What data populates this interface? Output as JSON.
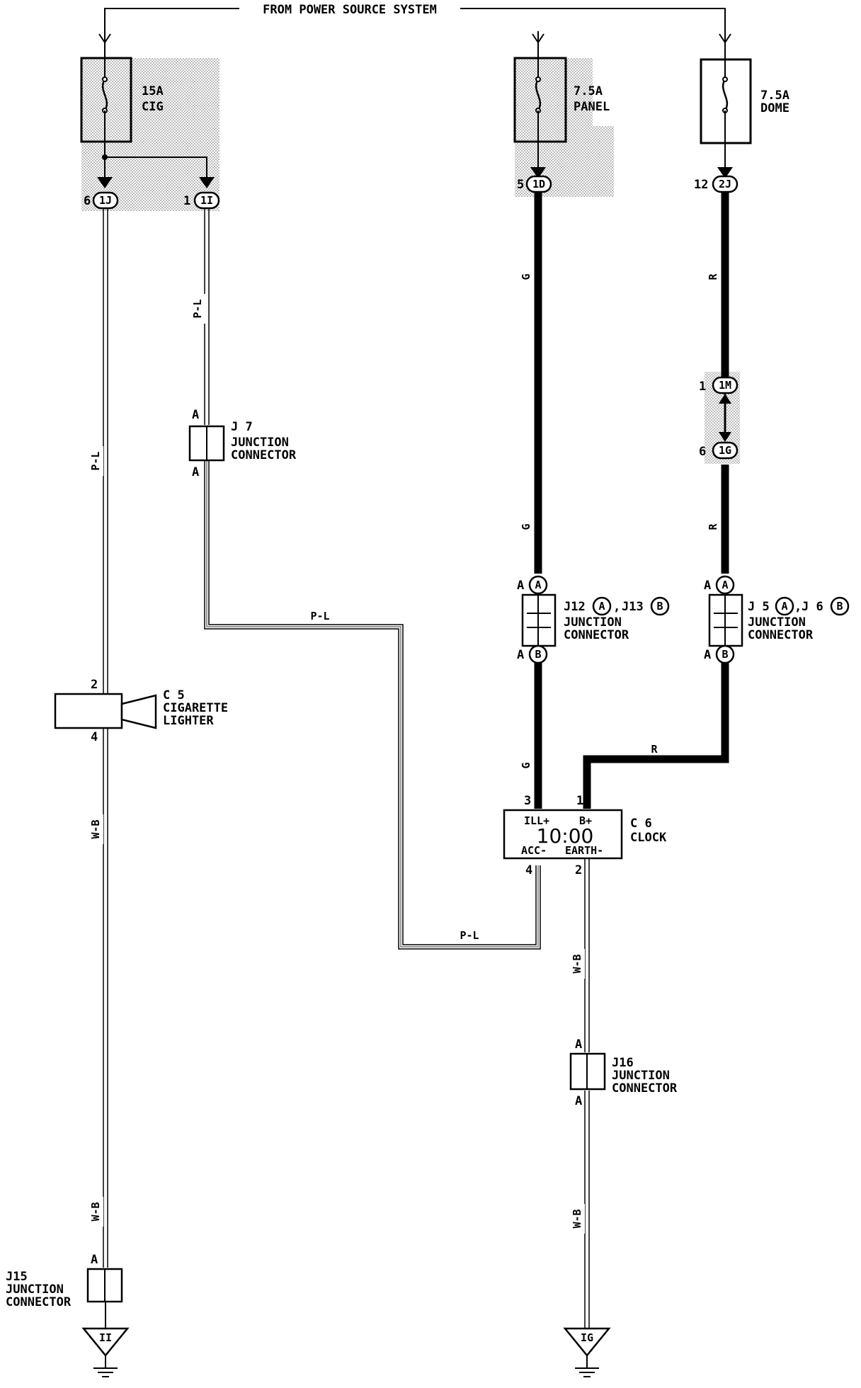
{
  "header": {
    "title": "FROM POWER SOURCE SYSTEM"
  },
  "fuses": {
    "cig": {
      "amp": "15A",
      "name": "CIG"
    },
    "panel": {
      "amp": "7.5A",
      "name": "PANEL"
    },
    "dome": {
      "amp": "7.5A",
      "name": "DOME"
    }
  },
  "connectors": {
    "j1_pin": "6",
    "j1": "1J",
    "i1_pin": "1",
    "i1": "1I",
    "id_pin": "5",
    "id": "1D",
    "j2_pin": "12",
    "j2": "2J",
    "im_pin": "1",
    "im": "1M",
    "ig_pin": "6",
    "ig": "1G"
  },
  "wires": {
    "pl": "P-L",
    "g": "G",
    "r": "R",
    "wb": "W-B"
  },
  "components": {
    "j7": {
      "title": "J 7",
      "line1": "JUNCTION",
      "line2": "CONNECTOR",
      "pin_a": "A"
    },
    "j12": {
      "title_a": "J12",
      "mark_a": "A",
      "sep": ",",
      "title_b": "J13",
      "mark_b": "B",
      "line1": "JUNCTION",
      "line2": "CONNECTOR",
      "pin_a": "A",
      "pin_b": "A"
    },
    "j5": {
      "title_a": "J 5",
      "mark_a": "A",
      "sep": ",",
      "title_b": "J 6",
      "mark_b": "B",
      "line1": "JUNCTION",
      "line2": "CONNECTOR",
      "pin_a": "A",
      "pin_b": "A"
    },
    "c5": {
      "title": "C 5",
      "line1": "CIGARETTE",
      "line2": "LIGHTER",
      "pin_top": "2",
      "pin_bottom": "4"
    },
    "c6": {
      "title": "C 6",
      "name": "CLOCK",
      "ill": "ILL+",
      "bplus": "B+",
      "time": "10:00",
      "acc": "ACC-",
      "earth": "EARTH-",
      "pin3": "3",
      "pin1": "1",
      "pin4": "4",
      "pin2": "2"
    },
    "j16": {
      "title": "J16",
      "line1": "JUNCTION",
      "line2": "CONNECTOR",
      "pin_a": "A"
    },
    "j15": {
      "title": "J15",
      "line1": "JUNCTION",
      "line2": "CONNECTOR",
      "pin_a": "A"
    }
  },
  "grounds": {
    "left": "II",
    "right": "IG"
  }
}
